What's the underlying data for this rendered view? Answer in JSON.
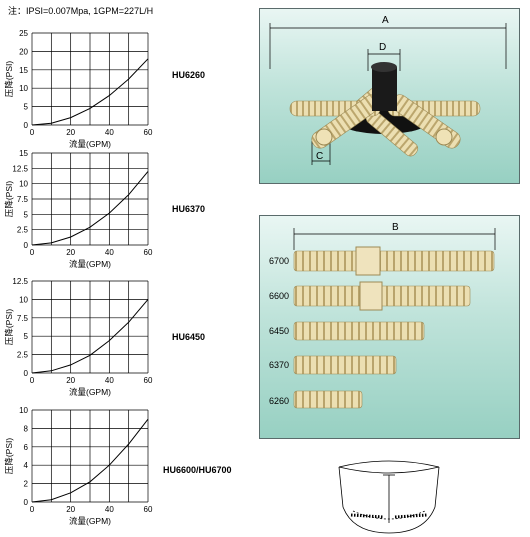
{
  "note": "注：IPSI=0.007Mpa, 1GPM=227L/H",
  "axis_labels": {
    "ylabel": "压降(PSI)",
    "xlabel": "流量(GPM)"
  },
  "charts": [
    {
      "model": "HU6260",
      "yticks": [
        "0",
        "5",
        "10",
        "15",
        "20",
        "25"
      ],
      "xticks": [
        "0",
        "20",
        "40",
        "60"
      ]
    },
    {
      "model": "HU6370",
      "yticks": [
        "0",
        "2.5",
        "5",
        "7.5",
        "10",
        "12.5",
        "15"
      ],
      "xticks": [
        "0",
        "20",
        "40",
        "60"
      ]
    },
    {
      "model": "HU6450",
      "yticks": [
        "0",
        "2.5",
        "5",
        "7.5",
        "10",
        "12.5"
      ],
      "xticks": [
        "0",
        "20",
        "40",
        "60"
      ]
    },
    {
      "model": "HU6600/HU6700",
      "yticks": [
        "0",
        "2",
        "4",
        "6",
        "8",
        "10"
      ],
      "xticks": [
        "0",
        "20",
        "40",
        "60"
      ]
    }
  ],
  "chart_data": [
    {
      "type": "line",
      "series": [
        {
          "x": [
            0,
            10,
            20,
            30,
            40,
            50,
            60
          ],
          "y": [
            0,
            0.5,
            2,
            4.5,
            8,
            12.5,
            18
          ]
        }
      ],
      "xlim": [
        0,
        60
      ],
      "ylim": [
        0,
        25
      ],
      "grid": true
    },
    {
      "type": "line",
      "series": [
        {
          "x": [
            0,
            10,
            20,
            30,
            40,
            50,
            60
          ],
          "y": [
            0,
            0.35,
            1.3,
            2.9,
            5.2,
            8.2,
            12
          ]
        }
      ],
      "xlim": [
        0,
        60
      ],
      "ylim": [
        0,
        15
      ],
      "grid": true
    },
    {
      "type": "line",
      "series": [
        {
          "x": [
            0,
            10,
            20,
            30,
            40,
            50,
            60
          ],
          "y": [
            0,
            0.3,
            1.1,
            2.4,
            4.4,
            6.9,
            10
          ]
        }
      ],
      "xlim": [
        0,
        60
      ],
      "ylim": [
        0,
        12.5
      ],
      "grid": true
    },
    {
      "type": "line",
      "series": [
        {
          "x": [
            0,
            10,
            20,
            30,
            40,
            50,
            60
          ],
          "y": [
            0,
            0.25,
            1,
            2.2,
            4,
            6.3,
            9
          ]
        }
      ],
      "xlim": [
        0,
        60
      ],
      "ylim": [
        0,
        10
      ],
      "grid": true
    }
  ],
  "hub_labels": {
    "a": "A",
    "d": "D",
    "c": "C"
  },
  "lateral_labels": {
    "b": "B",
    "items": [
      "6700",
      "6600",
      "6450",
      "6370",
      "6260"
    ]
  },
  "colors": {
    "panel_top": "#e9f6f3",
    "panel_bottom": "#97d0c2",
    "lateral": "#e9ddb0",
    "hub": "#111111"
  }
}
